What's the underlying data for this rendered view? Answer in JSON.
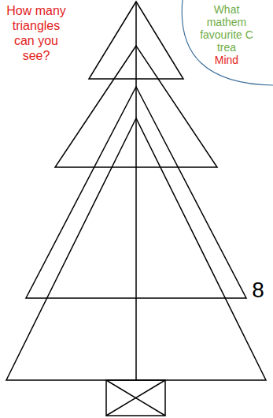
{
  "diagram": {
    "nodes": [
      {
        "text": [
          "What mathem favourite C trea",
          "Mind"
        ]
      }
    ],
    "labels": [
      "How many triangles can you see?",
      "8"
    ]
  }
}
